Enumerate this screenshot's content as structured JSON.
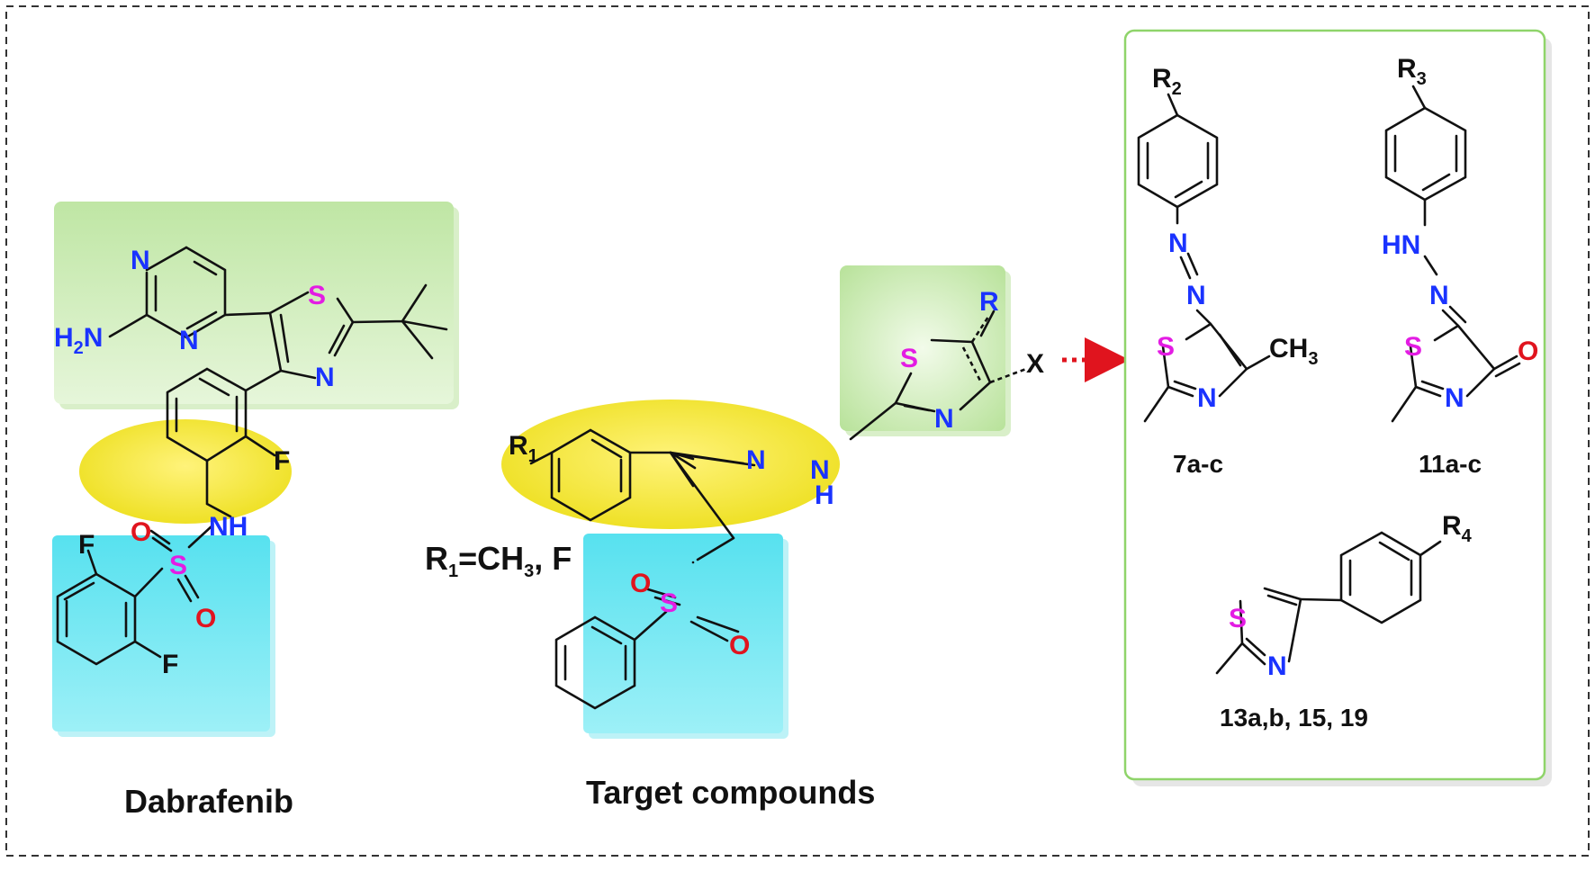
{
  "colors": {
    "nitrogen": "#1a33ff",
    "sulfur": "#e31ce3",
    "oxygen": "#e0141e",
    "fluorine": "#111111",
    "carbon": "#111111",
    "green_box": "#c9ecb2",
    "blue_box": "#6fe6f2",
    "yellow_oval": "#f3ea2c",
    "panel_border": "#8fd46a",
    "arrow": "#e0141e"
  },
  "captions": {
    "dabrafenib": "Dabrafenib",
    "target": "Target compounds"
  },
  "substituent_note": {
    "r1_label": "R",
    "r1_sub": "1",
    "r1_values": "=CH",
    "r1_values_sub": "3",
    "r1_values_tail": ", F"
  },
  "atoms": {
    "n": "N",
    "s": "S",
    "o": "O",
    "f": "F",
    "nh": "NH",
    "hn": "HN",
    "h": "H",
    "h2n": "H",
    "h2n_sub": "2",
    "h2n_tail": "N",
    "x": "X",
    "r": "R",
    "r1": "R",
    "r1_sub": "1",
    "r2": "R",
    "r2_sub": "2",
    "r3": "R",
    "r3_sub": "3",
    "r4": "R",
    "r4_sub": "4",
    "ch3": "CH",
    "ch3_sub": "3"
  },
  "compound_labels": {
    "c7": "7a-c",
    "c11": "11a-c",
    "c13": "13a,b, 15, 19"
  }
}
